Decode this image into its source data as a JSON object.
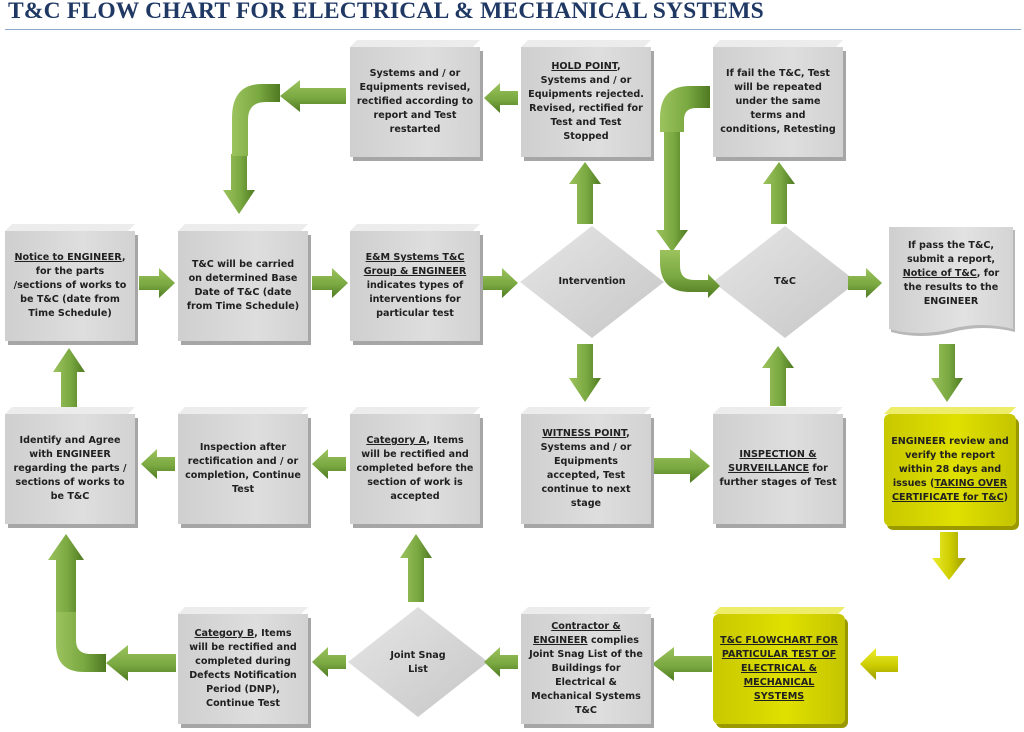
{
  "title": "T&C FLOW CHART FOR ELECTRICAL & MECHANICAL SYSTEMS",
  "colors": {
    "title": "#1f3864",
    "arrow_green": "#7aa841",
    "arrow_yellow": "#c9c900",
    "box_gray": "#d9d9d9",
    "box_yellow": "#d9d900"
  },
  "boxes": {
    "revised": {
      "pre": "",
      "u": "",
      "post": "Systems and / or Equipments revised, rectified according to report and Test restarted"
    },
    "hold_point": {
      "pre": "",
      "u": "HOLD POINT",
      "post": ", Systems and / or Equipments rejected. Revised, rectified for Test and Test Stopped"
    },
    "retest": {
      "pre": "",
      "u": "",
      "post": "If fail the T&C, Test will be repeated under the same terms and conditions, Retesting"
    },
    "notice": {
      "pre": "",
      "u": "Notice to ENGINEER",
      "post": ", for the parts /sections of works to be T&C (date from Time Schedule)"
    },
    "base_date": {
      "pre": "",
      "u": "",
      "post": "T&C will be carried on determined Base Date of T&C (date from Time Schedule)"
    },
    "em_group": {
      "pre": "",
      "u": "E&M Systems T&C Group & ENGINEER",
      "post": " indicates types of interventions for particular test"
    },
    "pass": {
      "pre": "If pass the T&C, submit a report, ",
      "u": "Notice of T&C",
      "post": ", for the results to the ENGINEER"
    },
    "identify": {
      "pre": "",
      "u": "",
      "post": "Identify and Agree with ENGINEER regarding the parts / sections of works to be T&C"
    },
    "inspection_after": {
      "pre": "",
      "u": "",
      "post": "Inspection after rectification and / or completion, Continue Test"
    },
    "category_a": {
      "pre": "",
      "u": "Category A",
      "post": ", Items will be rectified and completed before the section of work is accepted"
    },
    "witness": {
      "pre": "",
      "u": "WITNESS POINT",
      "post": ", Systems and / or Equipments accepted, Test continue to next stage"
    },
    "surveillance": {
      "pre": "",
      "u": "INSPECTION & SURVEILLANCE",
      "post": " for further stages of Test"
    },
    "engineer_review": {
      "pre": "ENGINEER review and verify the report within 28 days and issues (",
      "u": "TAKING OVER CERTIFICATE for T&C",
      "post": ")"
    },
    "category_b": {
      "pre": "",
      "u": "Category B",
      "post": ", Items will be rectified and completed during Defects Notification Period (DNP), Continue Test"
    },
    "contractor": {
      "pre": "",
      "u": "Contractor & ENGINEER",
      "post": " complies Joint Snag List of the Buildings for Electrical & Mechanical Systems T&C"
    },
    "flowchart": {
      "pre": "",
      "u": "T&C FLOWCHART FOR PARTICULAR TEST OF ELECTRICAL & MECHANICAL SYSTEMS",
      "post": ""
    }
  },
  "diamonds": {
    "intervention": "Intervention",
    "tc": "T&C",
    "joint_snag": "Joint Snag List"
  }
}
